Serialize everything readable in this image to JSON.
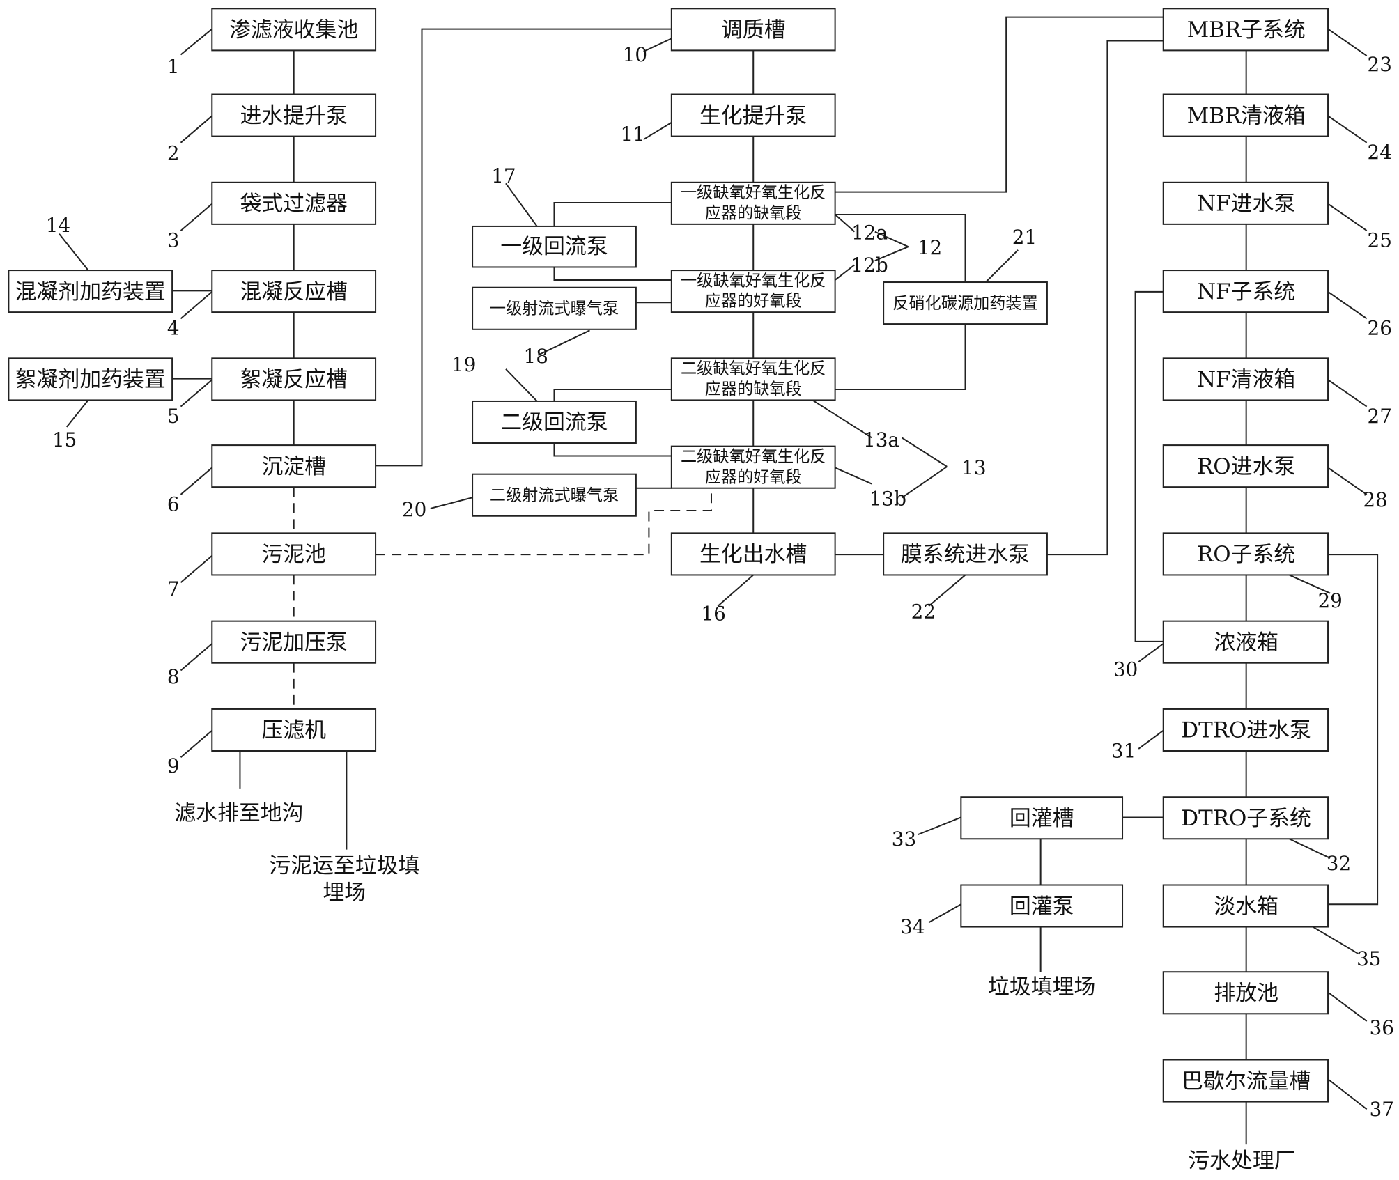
{
  "boxes": {
    "b1": "渗滤液收集池",
    "b2": "进水提升泵",
    "b3": "袋式过滤器",
    "b4": "混凝反应槽",
    "b5": "絮凝反应槽",
    "b6": "沉淀槽",
    "b7": "污泥池",
    "b8": "污泥加压泵",
    "b9": "压滤机",
    "b10": "调质槽",
    "b11": "生化提升泵",
    "b12a_l1": "一级缺氧好氧生化反",
    "b12a_l2": "应器的缺氧段",
    "b12b_l1": "一级缺氧好氧生化反",
    "b12b_l2": "应器的好氧段",
    "b13a_l1": "二级缺氧好氧生化反",
    "b13a_l2": "应器的缺氧段",
    "b13b_l1": "二级缺氧好氧生化反",
    "b13b_l2": "应器的好氧段",
    "b14": "混凝剂加药装置",
    "b15": "絮凝剂加药装置",
    "b16": "生化出水槽",
    "b17": "一级回流泵",
    "b18": "一级射流式曝气泵",
    "b19": "二级回流泵",
    "b20": "二级射流式曝气泵",
    "b21": "反硝化碳源加药装置",
    "b22": "膜系统进水泵",
    "b23": "MBR子系统",
    "b24": "MBR清液箱",
    "b25": "NF进水泵",
    "b26": "NF子系统",
    "b27": "NF清液箱",
    "b28": "RO进水泵",
    "b29": "RO子系统",
    "b30": "浓液箱",
    "b31": "DTRO进水泵",
    "b32": "DTRO子系统",
    "b33": "回灌槽",
    "b34": "回灌泵",
    "b35": "淡水箱",
    "b36": "排放池",
    "b37": "巴歇尔流量槽"
  },
  "outputs": {
    "filtrate": "滤水排至地沟",
    "sludge_l1": "污泥运至垃圾填",
    "sludge_l2": "埋场",
    "landfill": "垃圾填埋场",
    "plant": "污水处理厂"
  },
  "refs": {
    "n1": "1",
    "n2": "2",
    "n3": "3",
    "n4": "4",
    "n5": "5",
    "n6": "6",
    "n7": "7",
    "n8": "8",
    "n9": "9",
    "n10": "10",
    "n11": "11",
    "n12": "12",
    "n12a": "12a",
    "n12b": "12b",
    "n13": "13",
    "n13a": "13a",
    "n13b": "13b",
    "n14": "14",
    "n15": "15",
    "n16": "16",
    "n17": "17",
    "n18": "18",
    "n19": "19",
    "n20": "20",
    "n21": "21",
    "n22": "22",
    "n23": "23",
    "n24": "24",
    "n25": "25",
    "n26": "26",
    "n27": "27",
    "n28": "28",
    "n29": "29",
    "n30": "30",
    "n31": "31",
    "n32": "32",
    "n33": "33",
    "n34": "34",
    "n35": "35",
    "n36": "36",
    "n37": "37"
  }
}
